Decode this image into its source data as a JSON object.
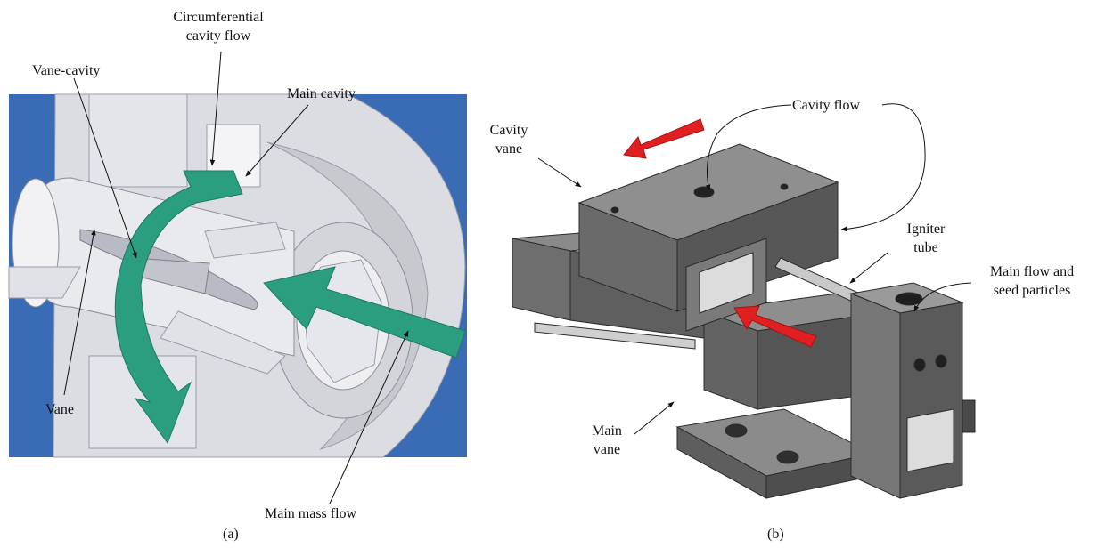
{
  "panel_a": {
    "caption": "(a)",
    "labels": {
      "circumferential_line1": "Circumferential",
      "circumferential_line2": "cavity flow",
      "vane_cavity": "Vane-cavity",
      "main_cavity": "Main cavity",
      "vane": "Vane",
      "main_mass_flow": "Main mass flow"
    },
    "colors": {
      "background": "#3a6cb6",
      "part": "#dcdde2",
      "arrow": "#2a9e7f"
    }
  },
  "panel_b": {
    "caption": "(b)",
    "labels": {
      "cavity_vane_line1": "Cavity",
      "cavity_vane_line2": "vane",
      "cavity_flow": "Cavity flow",
      "igniter_line1": "Igniter",
      "igniter_line2": "tube",
      "main_flow_line1": "Main flow and",
      "main_flow_line2": "seed particles",
      "main_vane_line1": "Main",
      "main_vane_line2": "vane"
    },
    "colors": {
      "body": "#6b6b6b",
      "arrow": "#e02020"
    }
  }
}
